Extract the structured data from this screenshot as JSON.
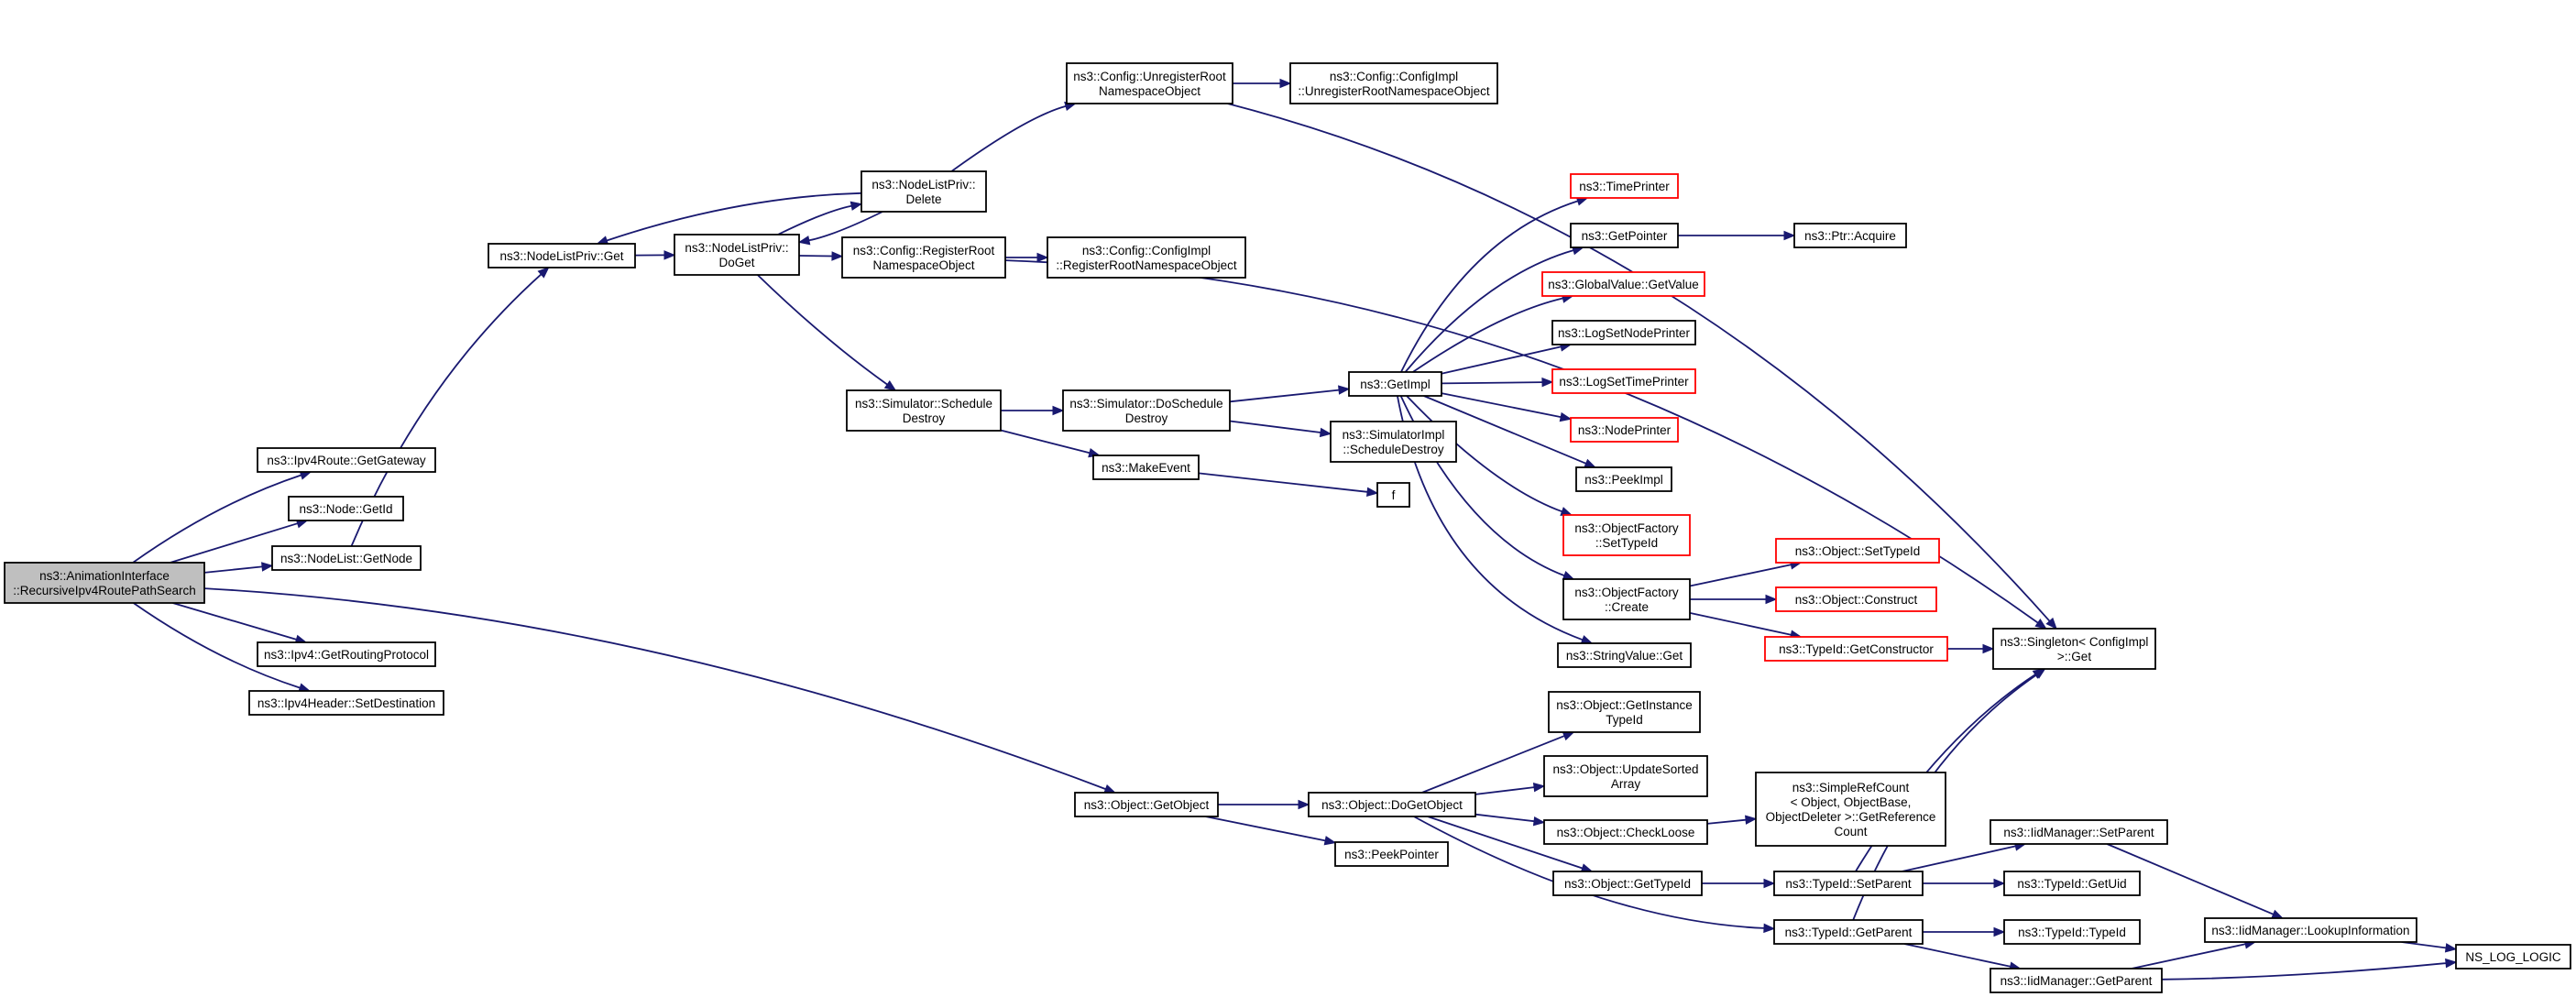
{
  "colors": {
    "edge": "#191970",
    "box_border": "#000000",
    "red_border": "#ff0000",
    "root_fill": "#bfbfbf",
    "node_fill": "#ffffff"
  },
  "nodes": {
    "root": {
      "lines": [
        "ns3::AnimationInterface",
        "::RecursiveIpv4RoutePathSearch"
      ],
      "root": true
    },
    "getGateway": {
      "lines": [
        "ns3::Ipv4Route::GetGateway"
      ]
    },
    "nodeGetId": {
      "lines": [
        "ns3::Node::GetId"
      ]
    },
    "nodeListGetNode": {
      "lines": [
        "ns3::NodeList::GetNode"
      ]
    },
    "getRoutingProtocol": {
      "lines": [
        "ns3::Ipv4::GetRoutingProtocol"
      ]
    },
    "setDestination": {
      "lines": [
        "ns3::Ipv4Header::SetDestination"
      ]
    },
    "nlpGet": {
      "lines": [
        "ns3::NodeListPriv::Get"
      ]
    },
    "nlpDoGet": {
      "lines": [
        "ns3::NodeListPriv::",
        "DoGet"
      ]
    },
    "nlpDelete": {
      "lines": [
        "ns3::NodeListPriv::",
        "Delete"
      ]
    },
    "cfgUnregister": {
      "lines": [
        "ns3::Config::UnregisterRoot",
        "NamespaceObject"
      ]
    },
    "cfgImplUnregister": {
      "lines": [
        "ns3::Config::ConfigImpl",
        "::UnregisterRootNamespaceObject"
      ]
    },
    "cfgRegister": {
      "lines": [
        "ns3::Config::RegisterRoot",
        "NamespaceObject"
      ]
    },
    "cfgImplRegister": {
      "lines": [
        "ns3::Config::ConfigImpl",
        "::RegisterRootNamespaceObject"
      ]
    },
    "simSchedDestroy": {
      "lines": [
        "ns3::Simulator::Schedule",
        "Destroy"
      ]
    },
    "simDoSchedDestroy": {
      "lines": [
        "ns3::Simulator::DoSchedule",
        "Destroy"
      ]
    },
    "simImplSchedDestroy": {
      "lines": [
        "ns3::SimulatorImpl",
        "::ScheduleDestroy"
      ]
    },
    "makeEvent": {
      "lines": [
        "ns3::MakeEvent"
      ]
    },
    "f": {
      "lines": [
        "f"
      ]
    },
    "getImpl": {
      "lines": [
        "ns3::GetImpl"
      ]
    },
    "timePrinter": {
      "lines": [
        "ns3::TimePrinter"
      ],
      "red": true
    },
    "getPointer": {
      "lines": [
        "ns3::GetPointer"
      ]
    },
    "ptrAcquire": {
      "lines": [
        "ns3::Ptr::Acquire"
      ]
    },
    "globalValueGetValue": {
      "lines": [
        "ns3::GlobalValue::GetValue"
      ],
      "red": true
    },
    "logSetNodePrinter": {
      "lines": [
        "ns3::LogSetNodePrinter"
      ]
    },
    "logSetTimePrinter": {
      "lines": [
        "ns3::LogSetTimePrinter"
      ],
      "red": true
    },
    "nodePrinter": {
      "lines": [
        "ns3::NodePrinter"
      ],
      "red": true
    },
    "peekImpl": {
      "lines": [
        "ns3::PeekImpl"
      ]
    },
    "objFactorySetTypeId": {
      "lines": [
        "ns3::ObjectFactory",
        "::SetTypeId"
      ],
      "red": true
    },
    "objFactoryCreate": {
      "lines": [
        "ns3::ObjectFactory",
        "::Create"
      ]
    },
    "stringValueGet": {
      "lines": [
        "ns3::StringValue::Get"
      ]
    },
    "objectSetTypeId": {
      "lines": [
        "ns3::Object::SetTypeId"
      ],
      "red": true
    },
    "objectConstruct": {
      "lines": [
        "ns3::Object::Construct"
      ],
      "red": true
    },
    "typeIdGetConstructor": {
      "lines": [
        "ns3::TypeId::GetConstructor"
      ],
      "red": true
    },
    "singletonGet": {
      "lines": [
        "ns3::Singleton< ConfigImpl",
        " >::Get"
      ]
    },
    "objectGetObject": {
      "lines": [
        "ns3::Object::GetObject"
      ]
    },
    "objectDoGetObject": {
      "lines": [
        "ns3::Object::DoGetObject"
      ]
    },
    "peekPointer": {
      "lines": [
        "ns3::PeekPointer"
      ]
    },
    "objGetInstanceTypeId": {
      "lines": [
        "ns3::Object::GetInstance",
        "TypeId"
      ]
    },
    "objUpdateSortedArray": {
      "lines": [
        "ns3::Object::UpdateSorted",
        "Array"
      ]
    },
    "objCheckLoose": {
      "lines": [
        "ns3::Object::CheckLoose"
      ]
    },
    "simpleRefCount": {
      "lines": [
        "ns3::SimpleRefCount",
        "< Object, ObjectBase,",
        " ObjectDeleter >::GetReference",
        "Count"
      ]
    },
    "objGetTypeId": {
      "lines": [
        "ns3::Object::GetTypeId"
      ]
    },
    "typeIdSetParent": {
      "lines": [
        "ns3::TypeId::SetParent"
      ]
    },
    "typeIdGetParent": {
      "lines": [
        "ns3::TypeId::GetParent"
      ]
    },
    "iidSetParent": {
      "lines": [
        "ns3::IidManager::SetParent"
      ]
    },
    "typeIdGetUid": {
      "lines": [
        "ns3::TypeId::GetUid"
      ]
    },
    "typeIdTypeId": {
      "lines": [
        "ns3::TypeId::TypeId"
      ]
    },
    "iidGetParent": {
      "lines": [
        "ns3::IidManager::GetParent"
      ]
    },
    "iidLookup": {
      "lines": [
        "ns3::IidManager::LookupInformation"
      ]
    },
    "nsLogLogic": {
      "lines": [
        "NS_LOG_LOGIC"
      ]
    }
  },
  "edges": [
    [
      "root",
      "getGateway"
    ],
    [
      "root",
      "nodeGetId"
    ],
    [
      "root",
      "nodeListGetNode"
    ],
    [
      "root",
      "getRoutingProtocol"
    ],
    [
      "root",
      "setDestination"
    ],
    [
      "root",
      "objectGetObject"
    ],
    [
      "nodeListGetNode",
      "nlpGet"
    ],
    [
      "nlpGet",
      "nlpDoGet"
    ],
    [
      "nlpDoGet",
      "nlpDelete"
    ],
    [
      "nlpDelete",
      "nlpDoGet"
    ],
    [
      "nlpDelete",
      "nlpGet"
    ],
    [
      "nlpDelete",
      "cfgUnregister"
    ],
    [
      "cfgUnregister",
      "cfgImplUnregister"
    ],
    [
      "cfgUnregister",
      "singletonGet"
    ],
    [
      "nlpDoGet",
      "cfgRegister"
    ],
    [
      "cfgRegister",
      "cfgImplRegister"
    ],
    [
      "cfgRegister",
      "singletonGet"
    ],
    [
      "nlpDoGet",
      "simSchedDestroy"
    ],
    [
      "simSchedDestroy",
      "simDoSchedDestroy"
    ],
    [
      "simSchedDestroy",
      "makeEvent"
    ],
    [
      "simDoSchedDestroy",
      "getImpl"
    ],
    [
      "simDoSchedDestroy",
      "simImplSchedDestroy"
    ],
    [
      "makeEvent",
      "f"
    ],
    [
      "getImpl",
      "timePrinter"
    ],
    [
      "getImpl",
      "getPointer"
    ],
    [
      "getPointer",
      "ptrAcquire"
    ],
    [
      "getImpl",
      "globalValueGetValue"
    ],
    [
      "getImpl",
      "logSetNodePrinter"
    ],
    [
      "getImpl",
      "logSetTimePrinter"
    ],
    [
      "getImpl",
      "nodePrinter"
    ],
    [
      "getImpl",
      "peekImpl"
    ],
    [
      "getImpl",
      "objFactorySetTypeId"
    ],
    [
      "getImpl",
      "objFactoryCreate"
    ],
    [
      "getImpl",
      "stringValueGet"
    ],
    [
      "objFactoryCreate",
      "objectSetTypeId"
    ],
    [
      "objFactoryCreate",
      "objectConstruct"
    ],
    [
      "objFactoryCreate",
      "typeIdGetConstructor"
    ],
    [
      "typeIdGetConstructor",
      "singletonGet"
    ],
    [
      "objectGetObject",
      "objectDoGetObject"
    ],
    [
      "objectGetObject",
      "peekPointer"
    ],
    [
      "objectDoGetObject",
      "objGetInstanceTypeId"
    ],
    [
      "objectDoGetObject",
      "objUpdateSortedArray"
    ],
    [
      "objectDoGetObject",
      "objCheckLoose"
    ],
    [
      "objectDoGetObject",
      "objGetTypeId"
    ],
    [
      "objectDoGetObject",
      "typeIdGetParent"
    ],
    [
      "objCheckLoose",
      "simpleRefCount"
    ],
    [
      "objGetTypeId",
      "typeIdSetParent"
    ],
    [
      "typeIdSetParent",
      "singletonGet"
    ],
    [
      "typeIdSetParent",
      "iidSetParent"
    ],
    [
      "typeIdSetParent",
      "typeIdGetUid"
    ],
    [
      "typeIdGetParent",
      "singletonGet"
    ],
    [
      "typeIdGetParent",
      "typeIdTypeId"
    ],
    [
      "typeIdGetParent",
      "iidGetParent"
    ],
    [
      "iidSetParent",
      "iidLookup"
    ],
    [
      "iidGetParent",
      "iidLookup"
    ],
    [
      "iidGetParent",
      "nsLogLogic"
    ],
    [
      "iidLookup",
      "nsLogLogic"
    ]
  ]
}
